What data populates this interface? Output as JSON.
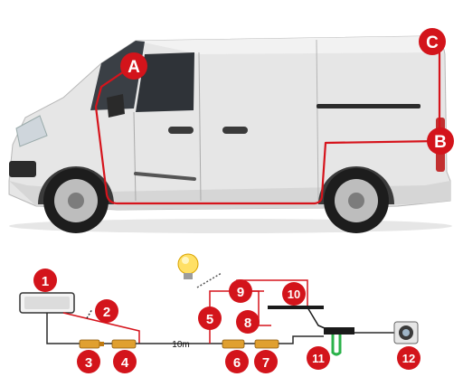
{
  "colors": {
    "wire_red": "#d6141c",
    "badge_red": "#d3141b",
    "van_body": "#e4e4e4",
    "van_shade": "#c9c9c9",
    "connector": "#e0a030",
    "cable": "#2a2a2a"
  },
  "van": {
    "markers": [
      {
        "id": "A",
        "label": "A"
      },
      {
        "id": "B",
        "label": "B"
      },
      {
        "id": "C",
        "label": "C"
      }
    ]
  },
  "wiring": {
    "cable_length": "10m",
    "components": [
      {
        "label": "1",
        "icon": "rear-view-mirror-monitor-icon"
      },
      {
        "label": "2",
        "icon": "power-wire-icon"
      },
      {
        "label": "3",
        "icon": "connector-icon"
      },
      {
        "label": "4",
        "icon": "connector-icon"
      },
      {
        "label": "5",
        "icon": "red-wire-icon"
      },
      {
        "label": "6",
        "icon": "connector-icon"
      },
      {
        "label": "7",
        "icon": "connector-icon"
      },
      {
        "label": "8",
        "icon": "red-wire-icon"
      },
      {
        "label": "9",
        "icon": "red-wire-icon"
      },
      {
        "label": "10",
        "icon": "black-wire-icon"
      },
      {
        "label": "11",
        "icon": "plate-light-bracket-icon"
      },
      {
        "label": "12",
        "icon": "reversing-camera-icon"
      }
    ],
    "light_icon": "reverse-light-bulb-icon"
  }
}
